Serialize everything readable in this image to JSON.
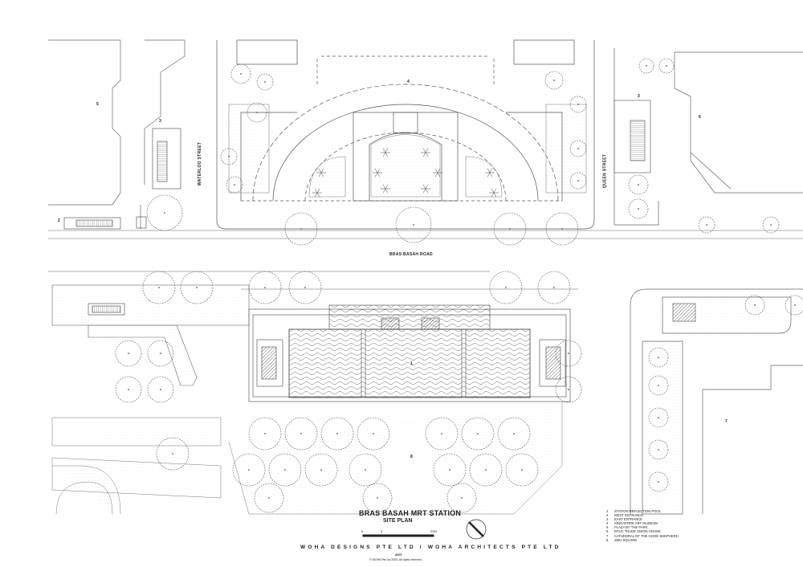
{
  "drawing": {
    "title": "BRAS BASAH MRT STATION",
    "subtitle": "SITE PLAN",
    "firm": "WOHA DESIGNS PTE LTD  /  WOHA ARCHITECTS PTE LTD",
    "year": "2007",
    "copyright": "© WOHA Pte Ltd 2000. All rights reserved.",
    "scale": {
      "start": "0",
      "mid": "5",
      "end": "20M"
    }
  },
  "streets": {
    "waterloo": "WATERLOO STREET",
    "queen": "QUEEN STREET",
    "bras_basah": "BRAS BASAH ROAD"
  },
  "site_numbers": {
    "n1": "1",
    "n2": "2",
    "n3a": "3",
    "n3b": "3",
    "n4": "4",
    "n5a": "5",
    "n6": "6",
    "n7": "7",
    "n8": "8"
  },
  "legend": [
    {
      "num": "1",
      "text": "STATION REFLECTION POOL"
    },
    {
      "num": "2",
      "text": "WEST ENTRANCE"
    },
    {
      "num": "3",
      "text": "EAST ENTRANCE"
    },
    {
      "num": "4",
      "text": "SINGAPORE ART MUSEUM"
    },
    {
      "num": "5",
      "text": "PLAZA BY THE PARK"
    },
    {
      "num": "6",
      "text": "NTUC TRADE UNION HOUSE"
    },
    {
      "num": "7",
      "text": "CATHEDRAL OF THE GOOD SHEPHERD"
    },
    {
      "num": "8",
      "text": "SMU SQUARE"
    }
  ]
}
